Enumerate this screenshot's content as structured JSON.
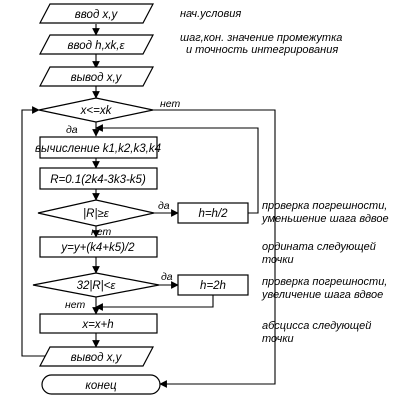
{
  "nodes": {
    "input_xy": "ввод x,y",
    "input_params": "ввод h,xk,ε",
    "output_xy_1": "вывод x,y",
    "cond_x": "x<=xk",
    "compute_k": "вычисление k1,k2,k3,k4",
    "compute_r": "R=0.1(2k4-3k3-k5)",
    "cond_r": "|R|≥ε",
    "half_step": "h=h/2",
    "compute_y": "y=y+(k4+k5)/2",
    "cond_32r": "32|R|<ε",
    "double_step": "h=2h",
    "update_x": "x=x+h",
    "output_xy_2": "вывод x,y",
    "end": "конец"
  },
  "edges": {
    "cond_x_no": "нет",
    "cond_x_yes": "да",
    "cond_r_yes": "да",
    "cond_r_no": "нет",
    "cond_32r_yes": "да",
    "cond_32r_no": "нет"
  },
  "notes": {
    "init_conditions": "нач.условия",
    "step_line1": "шаг,кон. значение промежутка",
    "step_line2": "и точность интегрирования",
    "error_check_line1": "проверка погрешности,",
    "error_check_line2": "уменьшение шага вдвое",
    "ordinate_line1": "ордината следующей",
    "ordinate_line2": "точки",
    "error_increase_line1": "проверка погрешности,",
    "error_increase_line2": "увеличение шага вдвое",
    "abscissa_line1": "абсцисса следующей",
    "abscissa_line2": "точки"
  }
}
